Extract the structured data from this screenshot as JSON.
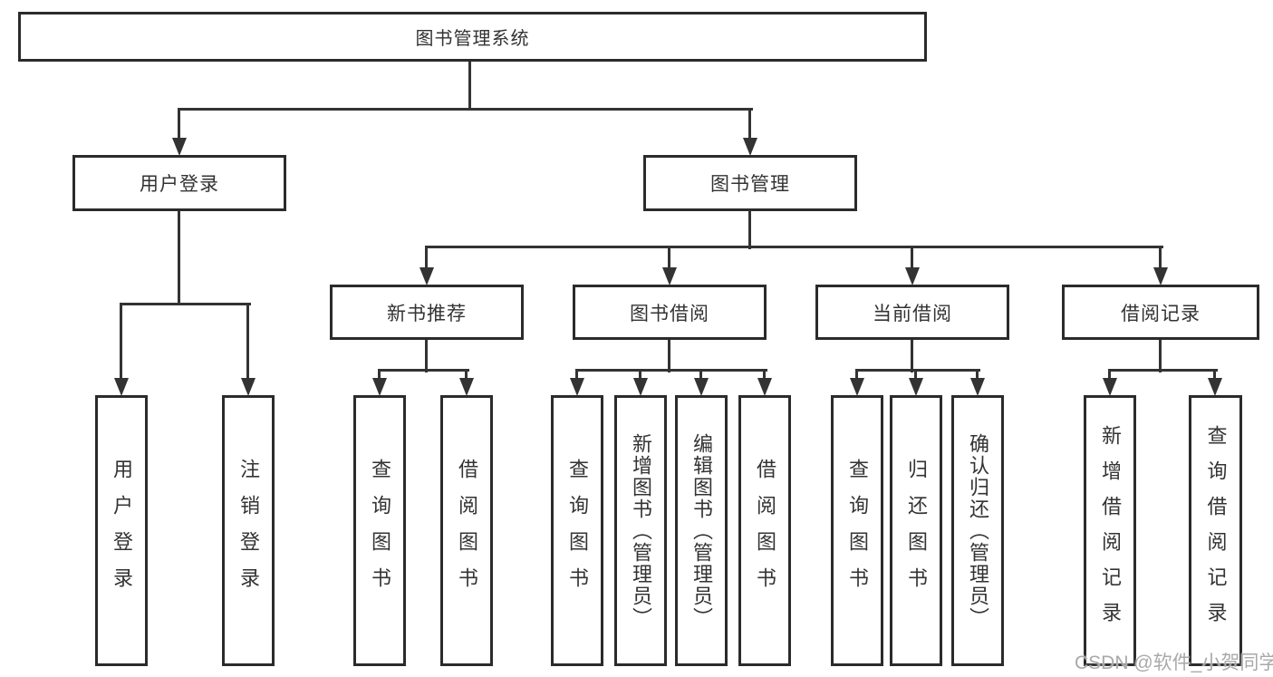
{
  "diagram_type": "tree-structure-chart",
  "colors": {
    "background": "#ffffff",
    "box_border": "#2b2b2b",
    "connector_line": "#333333",
    "text": "#333333",
    "watermark_text": "#a9a9a9"
  },
  "tree": {
    "label": "图书管理系统",
    "children": [
      {
        "label": "用户登录",
        "leaves": [
          "用户登录",
          "注销登录"
        ]
      },
      {
        "label": "图书管理",
        "children": [
          {
            "label": "新书推荐",
            "leaves": [
              "查询图书",
              "借阅图书"
            ]
          },
          {
            "label": "图书借阅",
            "leaves": [
              "查询图书",
              "新增图书（管理员）",
              "编辑图书（管理员）",
              "借阅图书"
            ]
          },
          {
            "label": "当前借阅",
            "leaves": [
              "查询图书",
              "归还图书",
              "确认归还（管理员）"
            ]
          },
          {
            "label": "借阅记录",
            "leaves": [
              "新增借阅记录",
              "查询借阅记录"
            ]
          }
        ]
      }
    ]
  },
  "watermark": {
    "text": "CSDN @软件_小贺同学"
  }
}
